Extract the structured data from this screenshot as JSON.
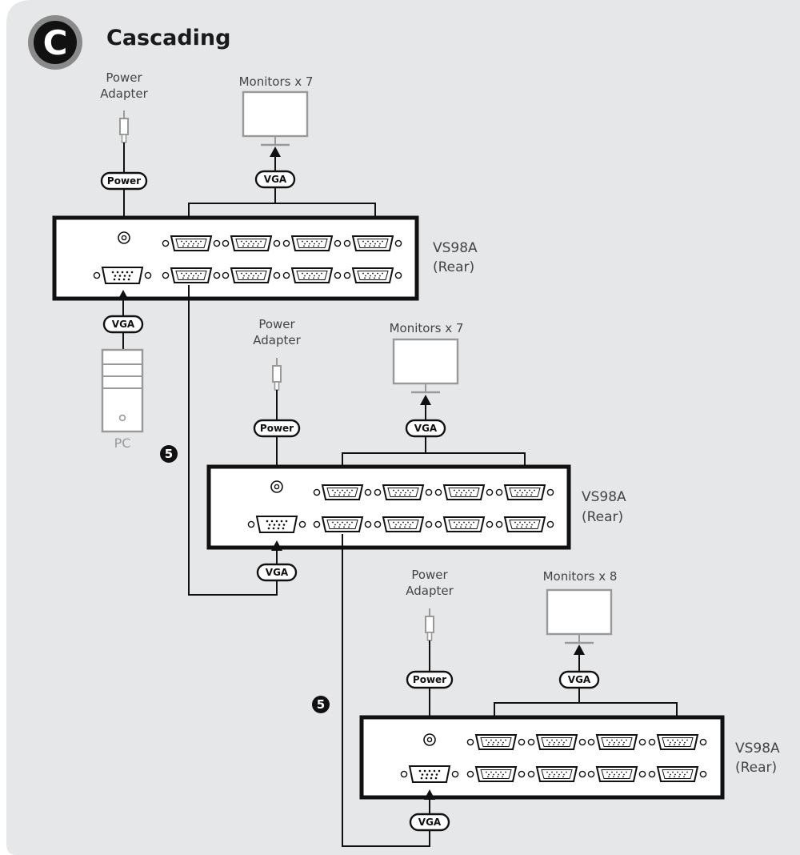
{
  "section_letter": "C",
  "title": "Cascading",
  "labels": {
    "power_adapter_line1": "Power",
    "power_adapter_line2": "Adapter",
    "pc": "PC",
    "device_name": "VS98A",
    "device_side": "(Rear)",
    "power_pill": "Power",
    "vga_pill": "VGA",
    "step_number": "5"
  },
  "units": [
    {
      "monitors": "Monitors x 7"
    },
    {
      "monitors": "Monitors x 7"
    },
    {
      "monitors": "Monitors x 8"
    }
  ],
  "colors": {
    "panel_bg": "#e6e7e8",
    "outline": "#111111",
    "gray_device": "#9a9a9a",
    "badge_bg": "#111111"
  }
}
